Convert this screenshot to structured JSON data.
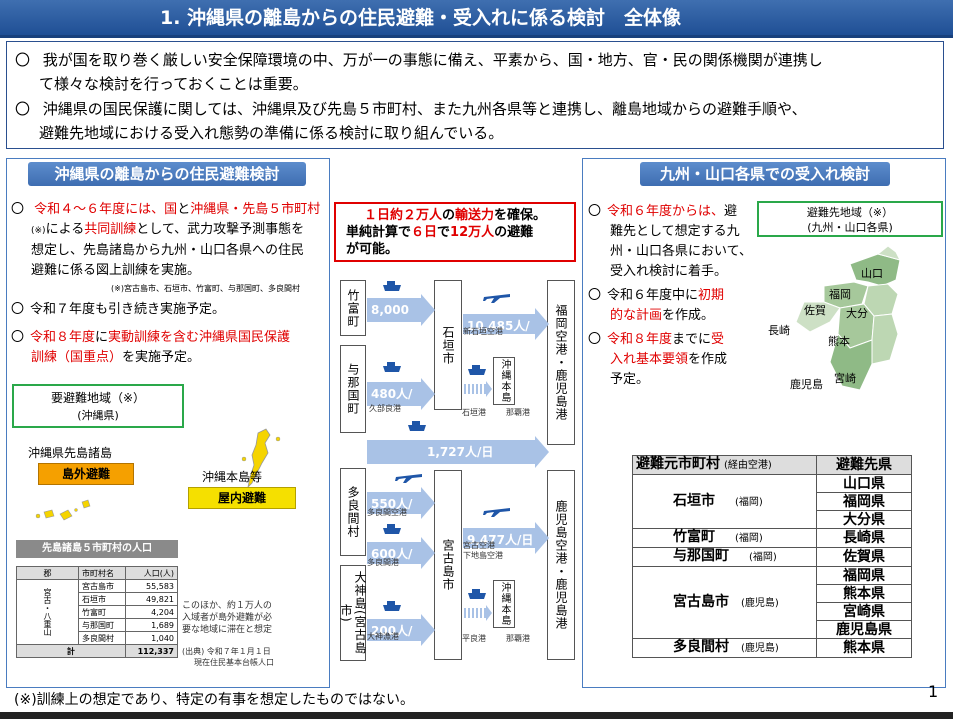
{
  "title": "1. 沖縄県の離島からの住民避難・受入れに係る検討　全体像",
  "intro": {
    "p1a": "我が国を取り巻く厳しい安全保障環境の中、万が一の事態に備え、平素から、国・地方、官・民の関係機関が連携し",
    "p1b": "て様々な検討を行っておくことは重要。",
    "p2a": "沖縄県の国民保護に関しては、沖縄県及び先島５市町村、また九州各県等と連携し、離島地域からの避難手順や、",
    "p2b": "避難先地域における受入れ態勢の準備に係る検討に取り組んでいる。"
  },
  "bullet_mark": "〇",
  "left": {
    "header": "沖縄県の離島からの住民避難検討",
    "b1_l1a": "令和４～６年度には、",
    "b1_l1b": "国",
    "b1_l1c": "と",
    "b1_l1d": "沖縄県・先島５市町村",
    "b1_l2a": "(※)",
    "b1_l2b": "による",
    "b1_l2c": "共同訓練",
    "b1_l2d": "として、武力攻撃予測事態を",
    "b1_l3": "想定し、先島諸島から九州・山口各県への住民",
    "b1_l4": "避難に係る図上訓練を実施。",
    "b1_note": "(※)宮古島市、石垣市、竹富町、与那国町、多良間村",
    "b2": "令和７年度も引き続き実施予定。",
    "b3_l1a": "令和８年度",
    "b3_l1b": "に",
    "b3_l1c": "実動訓練を含む沖縄県国民保護",
    "b3_l2a": "訓練（国重点）",
    "b3_l2b": "を実施予定。",
    "legend_l1": "要避難地域（※）",
    "legend_l2": "(沖縄県)",
    "sakishima": "沖縄県先島諸島",
    "tougai": "島外避難",
    "honto": "沖縄本島等",
    "okunai": "屋内避難"
  },
  "pop": {
    "header": "先島諸島５市町村の人口",
    "cols": [
      "郡",
      "市町村名",
      "人口(人)"
    ],
    "group": "宮古・八重山",
    "rows": [
      [
        "宮古島市",
        "55,583"
      ],
      [
        "石垣市",
        "49,821"
      ],
      [
        "竹富町",
        "4,204"
      ],
      [
        "与那国町",
        "1,689"
      ],
      [
        "多良間村",
        "1,040"
      ]
    ],
    "total_label": "計",
    "total": "112,337",
    "note_l1": "このほか、約１万人の",
    "note_l2": "入域者が島外避難が必",
    "note_l3": "要な地域に滞在と想定",
    "source_l1": "(出典) 令和７年１月１日",
    "source_l2": "現在住民基本台帳人口"
  },
  "center": {
    "red_l1a": "１日約２万人",
    "red_l1b": "の",
    "red_l1c": "輸送力",
    "red_l1d": "を確保。",
    "red_l2": "単純計算で",
    "red_l2b": "６日",
    "red_l2c": "で",
    "red_l2d": "12万人",
    "red_l2e": "の避難",
    "red_l3": "が可能。",
    "taketomi": "竹富町",
    "yonaguni": "与那国町",
    "tarama": "多良間村",
    "ogami": "大神島(宮古島市)",
    "ishigaki": "石垣市",
    "miyako": "宮古島市",
    "fukuoka": "福岡空港・鹿児島港",
    "kagoshima": "鹿児島空港・鹿児島港",
    "honto": "沖縄本島",
    "v_taketomi": "8,000人/日",
    "v_yonaguni": "480人/日",
    "p_kubura": "久部良港",
    "v_1727": "1,727人/日",
    "v_ishigaki_air": "10,485人/日",
    "p_shinishigaki": "新石垣空港",
    "p_ishigakiko": "石垣港",
    "p_naha1": "那覇港",
    "v_550": "550人/日",
    "p_tarama_air": "多良間空港",
    "v_600": "600人/日",
    "p_tarama_port": "多良間港",
    "v_9477": "9,477人/日",
    "p_miyako_air": "宮古空港",
    "p_shimoji": "下地島空港",
    "v_200": "200人/日",
    "p_ogami": "大神漁港",
    "p_hirara": "平良港",
    "p_naha2": "那覇港"
  },
  "right": {
    "header": "九州・山口各県での受入れ検討",
    "b1_l1a": "令和６年度からは、",
    "b1_l1b": "避",
    "b1_l2": "難先として想定する九",
    "b1_l3": "州・山口各県において、",
    "b1_l4": "受入れ検討に着手。",
    "b2_l1a": "令和６年度中に",
    "b2_l1b": "初期",
    "b2_l2a": "的な計画",
    "b2_l2b": "を作成。",
    "b3_l1a": "令和８年度",
    "b3_l1b": "までに",
    "b3_l1c": "受",
    "b3_l2a": "入れ基本要領",
    "b3_l2b": "を作成",
    "b3_l3": "予定。",
    "map_l1": "避難先地域（※）",
    "map_l2": "(九州・山口各県)",
    "pref": [
      "山口",
      "福岡",
      "佐賀",
      "長崎",
      "大分",
      "熊本",
      "宮崎",
      "鹿児島"
    ]
  },
  "table": {
    "h1": "避難元市町村",
    "h1b": "(経由空港)",
    "h2": "避難先県",
    "groups": [
      {
        "city": "石垣市",
        "via": "(福岡)",
        "dest": [
          "山口県",
          "福岡県",
          "大分県"
        ]
      },
      {
        "city": "竹富町",
        "via": "(福岡)",
        "dest": [
          "長崎県"
        ]
      },
      {
        "city": "与那国町",
        "via": "(福岡)",
        "dest": [
          "佐賀県"
        ]
      },
      {
        "city": "宮古島市",
        "via": "(鹿児島)",
        "dest": [
          "福岡県",
          "熊本県",
          "宮崎県",
          "鹿児島県"
        ]
      },
      {
        "city": "多良間村",
        "via": "(鹿児島)",
        "dest": [
          "熊本県"
        ]
      }
    ]
  },
  "footnote": "(※)訓練上の想定であり、特定の有事を想定したものではない。",
  "page_number": "1",
  "colors": {
    "title": "#2a5aa0",
    "red": "#e00000",
    "arrow": "#a9c2e6",
    "header_blue": "#4a7cc0"
  }
}
